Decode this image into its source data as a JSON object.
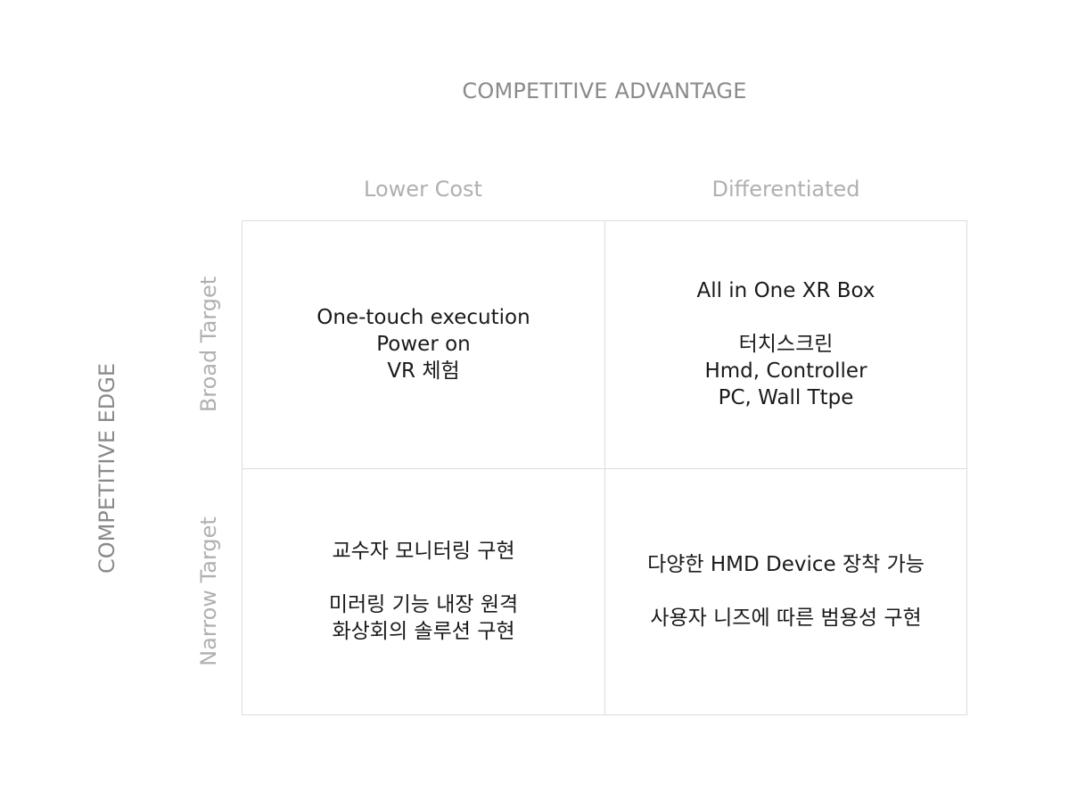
{
  "title_top": "COMPETITIVE ADVANTAGE",
  "title_side": "COMPETITIVE EDGE",
  "columns": [
    "Lower Cost",
    "Differentiated"
  ],
  "rows": [
    "Broad Target",
    "Narrow Target"
  ],
  "cells": {
    "broad_lower": {
      "lines": [
        "One-touch execution",
        "Power on",
        "VR 체험"
      ]
    },
    "broad_diff": {
      "heading": "All in One XR Box",
      "lines": [
        "터치스크린",
        "Hmd, Controller",
        "PC, Wall Ttpe"
      ]
    },
    "narrow_lower": {
      "heading": "교수자 모니터링 구현",
      "lines": [
        "미러링 기능 내장 원격",
        "화상회의 솔루션 구현"
      ]
    },
    "narrow_diff": {
      "heading": "다양한 HMD Device 장착 가능",
      "lines": [
        "사용자 니즈에 따른 범용성 구현"
      ]
    }
  }
}
